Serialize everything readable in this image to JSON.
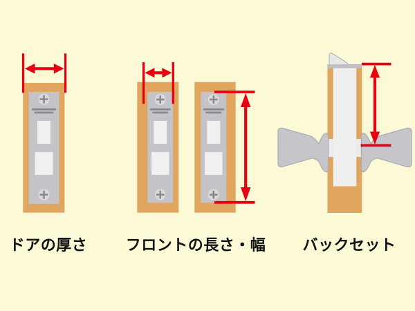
{
  "figures": [
    {
      "label": "ドアの厚さ"
    },
    {
      "label": "フロントの長さ・幅"
    },
    {
      "label": "バックセット"
    }
  ],
  "colors": {
    "background": "#FBF9D6",
    "door_wood": "#E0A55E",
    "plate_gray": "#C4C4C8",
    "plate_detail": "#8A8A8E",
    "latch_white": "#F0F0F0",
    "screw_gray": "#D9D9DB",
    "knob_gray": "#C6C6CA",
    "knob_outline": "#ABABB1",
    "lock_case": "#EFEFEF",
    "accent_red": "#E60012",
    "label_text": "#111111"
  }
}
